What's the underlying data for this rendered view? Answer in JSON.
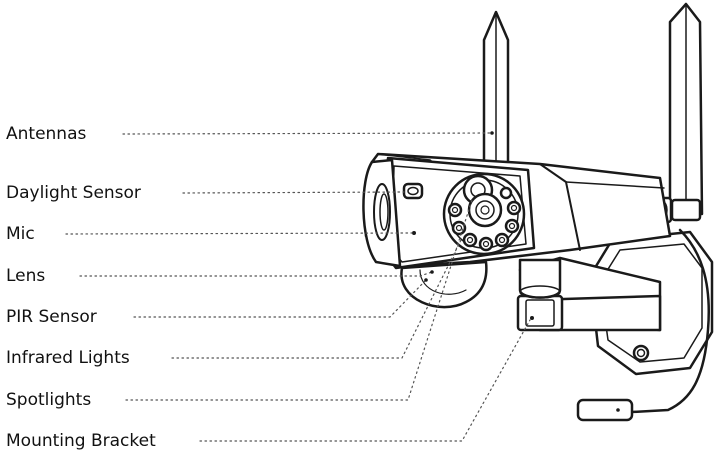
{
  "diagram": {
    "labels": {
      "antennas": "Antennas",
      "daylight_sensor": "Daylight Sensor",
      "mic": "Mic",
      "lens": "Lens",
      "pir_sensor": "PIR Sensor",
      "infrared_lights": "Infrared Lights",
      "spotlights": "Spotlights",
      "mounting_bracket": "Mounting Bracket"
    },
    "colors": {
      "line": "#1a1a1a",
      "leader": "#555555",
      "background": "#ffffff"
    }
  }
}
